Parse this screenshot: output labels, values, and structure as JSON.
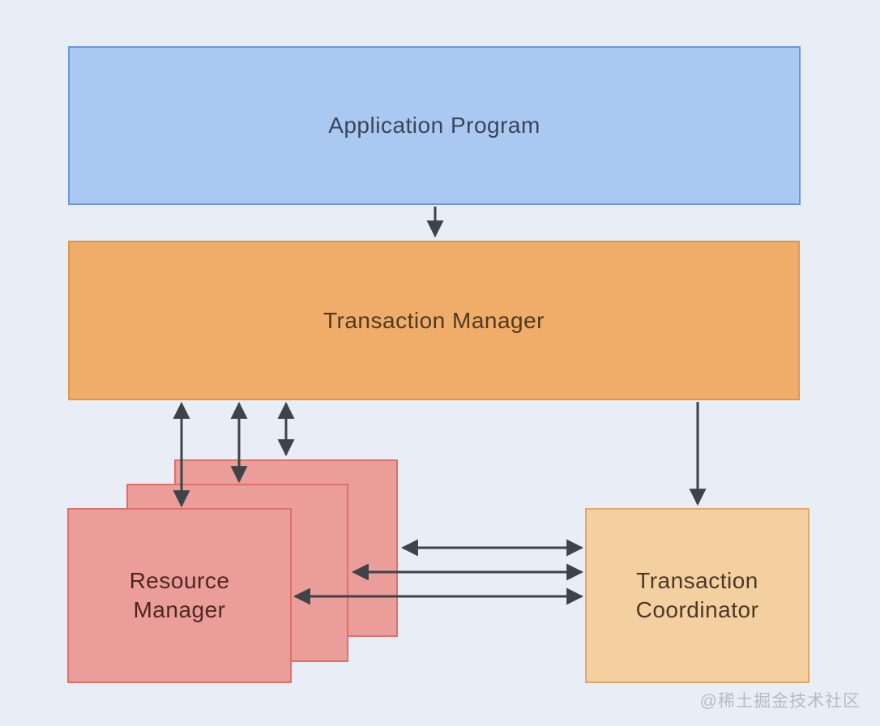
{
  "diagram": {
    "background": "#e9edf6",
    "arrow_color": "#3e434a",
    "nodes": {
      "application_program": {
        "label": "Application Program",
        "fill": "#aac9f2",
        "border": "#6a97de",
        "text_color": "#3a4457"
      },
      "transaction_manager": {
        "label": "Transaction Manager",
        "fill": "#f0ac69",
        "border": "#d8974f",
        "text_color": "#4e3a22"
      },
      "resource_manager": {
        "label": "Resource\nManager",
        "fill": "#eb9d99",
        "border": "#e0706a",
        "text_color": "#4d2622",
        "stack_count": 3
      },
      "transaction_coordinator": {
        "label": "Transaction\nCoordinator",
        "fill": "#f4d0a0",
        "border": "#e2a96a",
        "text_color": "#4a3829"
      }
    },
    "edges": [
      {
        "from": "application_program",
        "to": "transaction_manager",
        "direction": "one-way"
      },
      {
        "from": "transaction_manager",
        "to": "resource_manager",
        "direction": "two-way",
        "count": 3
      },
      {
        "from": "transaction_manager",
        "to": "transaction_coordinator",
        "direction": "one-way"
      },
      {
        "from": "resource_manager",
        "to": "transaction_coordinator",
        "direction": "two-way",
        "count": 3
      }
    ]
  },
  "watermark": {
    "text": "@稀土掘金技术社区",
    "color": "#b7bac2"
  }
}
